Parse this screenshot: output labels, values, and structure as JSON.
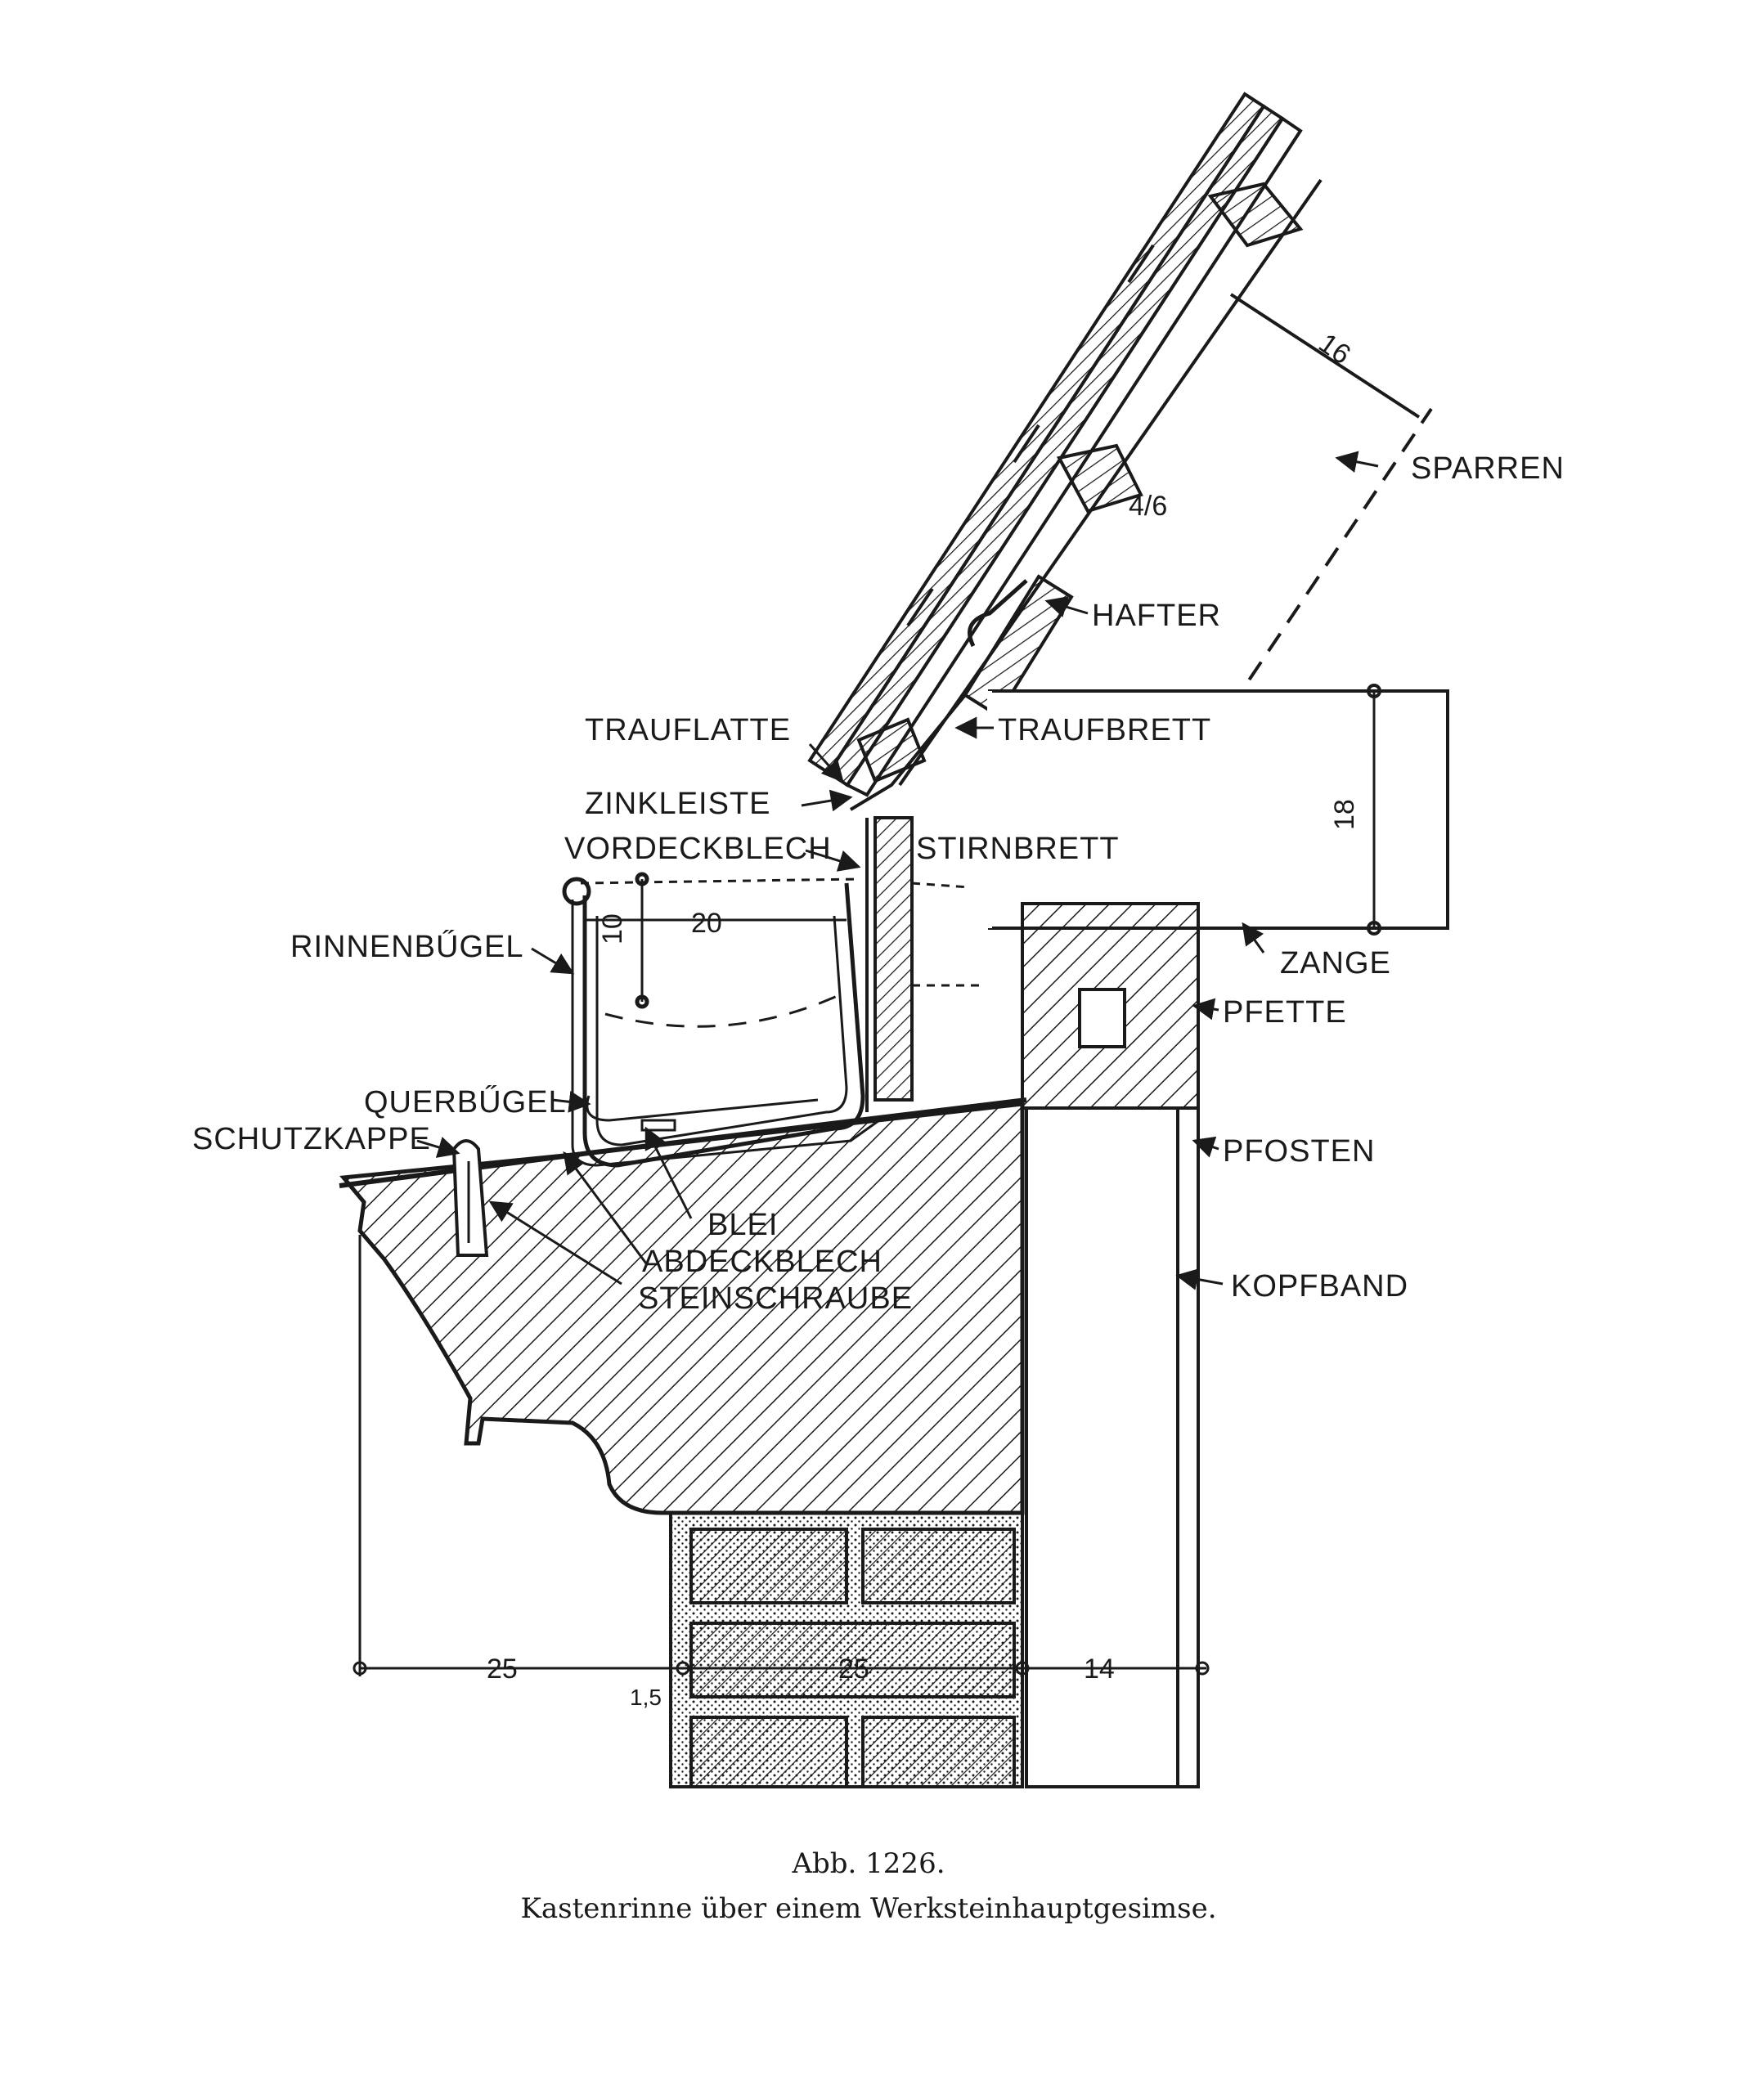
{
  "labels": {
    "sparren": "SPARREN",
    "hafter": "HAFTER",
    "trauflatte": "TRAUFLATTE",
    "traufbrett": "TRAUFBRETT",
    "zinkleiste": "ZINKLEISTE",
    "vordeckblech": "VORDECKBLECH",
    "stirnbrett": "STIRNBRETT",
    "rinnenbuegel": "RINNENBŰGEL",
    "zange": "ZANGE",
    "pfette": "PFETTE",
    "querbuegel": "QUERBŰGEL",
    "schutzkappe": "SCHUTZKAPPE",
    "pfosten": "PFOSTEN",
    "blei": "BLEI",
    "abdeckblech": "ABDECKBLECH",
    "steinschraube": "STEINSCHRAUBE",
    "kopfband": "KOPFBAND"
  },
  "dimensions": {
    "rafter_depth": "16",
    "batten": "4/6",
    "tie_beam_height": "18",
    "gutter_width": "20",
    "gutter_depth": "10",
    "cornice_projection": "25",
    "joint": "1,5",
    "wall_thickness": "25",
    "post_width": "14"
  },
  "caption": {
    "figure": "Abb. 1226.",
    "title": "Kastenrinne über einem Werksteinhauptgesimse."
  },
  "colors": {
    "ink": "#1a1a1a",
    "paper": "#ffffff"
  }
}
